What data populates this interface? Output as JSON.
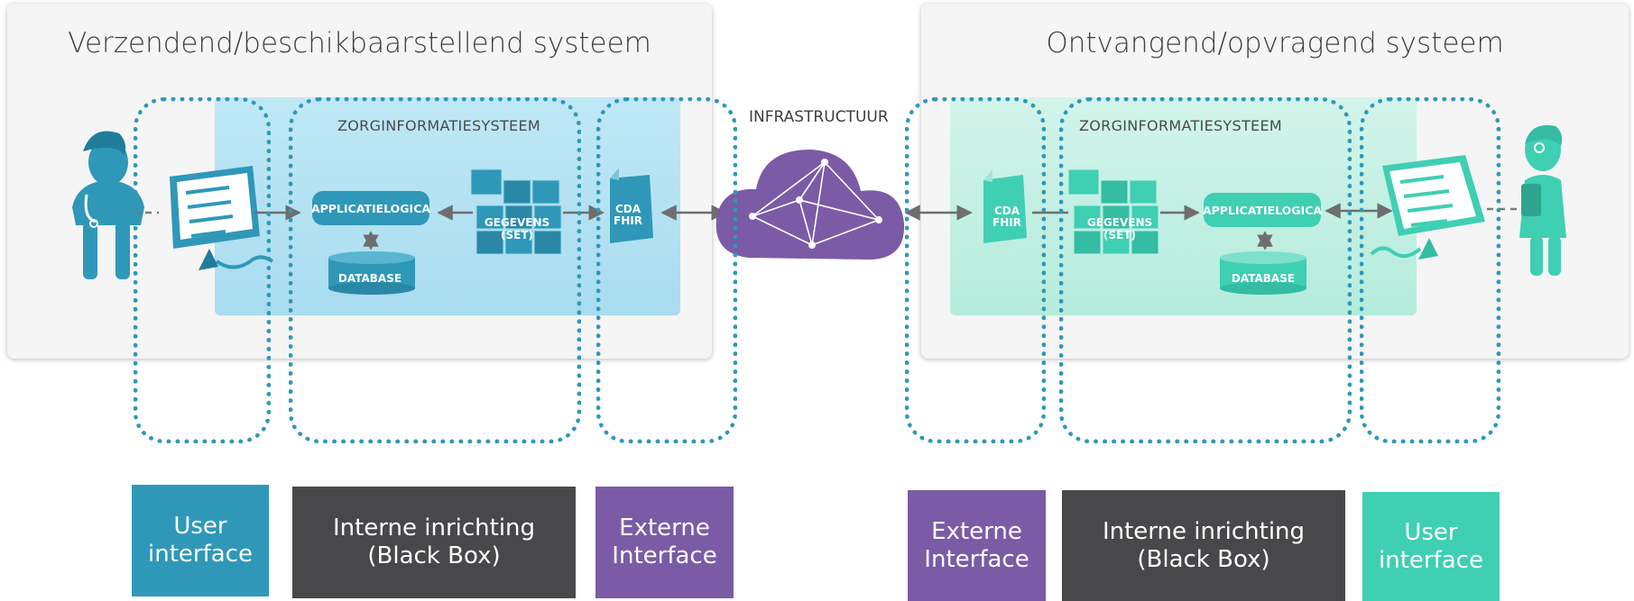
{
  "left_system": {
    "title": "Verzendend/beschikbaarstellend systeem",
    "zis_label": "ZORGINFORMATIESYSTEEM",
    "app_logic": "APPLICATIELOGICA",
    "database": "DATABASE",
    "gegevens_line1": "GEGEVENS",
    "gegevens_line2": "(SET)",
    "doc_line1": "CDA",
    "doc_line2": "FHIR"
  },
  "right_system": {
    "title": "Ontvangend/opvragend systeem",
    "zis_label": "ZORGINFORMATIESYSTEEM",
    "app_logic": "APPLICATIELOGICA",
    "database": "DATABASE",
    "gegevens_line1": "GEGEVENS",
    "gegevens_line2": "(SET)",
    "doc_line1": "CDA",
    "doc_line2": "FHIR"
  },
  "infrastructure": {
    "label": "INFRASTRUCTUUR"
  },
  "legend": {
    "left": [
      {
        "line1": "User",
        "line2": "interface"
      },
      {
        "line1": "Interne inrichting",
        "line2": "(Black Box)"
      },
      {
        "line1": "Externe",
        "line2": "Interface"
      }
    ],
    "right": [
      {
        "line1": "Externe",
        "line2": "Interface"
      },
      {
        "line1": "Interne inrichting",
        "line2": "(Black Box)"
      },
      {
        "line1": "User",
        "line2": "interface"
      }
    ]
  },
  "colors": {
    "teal_blue": "#2f98b9",
    "mint": "#3fcfb3",
    "purple": "#7b5ba6",
    "dark_gray": "#48484b",
    "light_blue_area": "#b1e1f2",
    "light_mint_area": "#c5f0e4"
  }
}
